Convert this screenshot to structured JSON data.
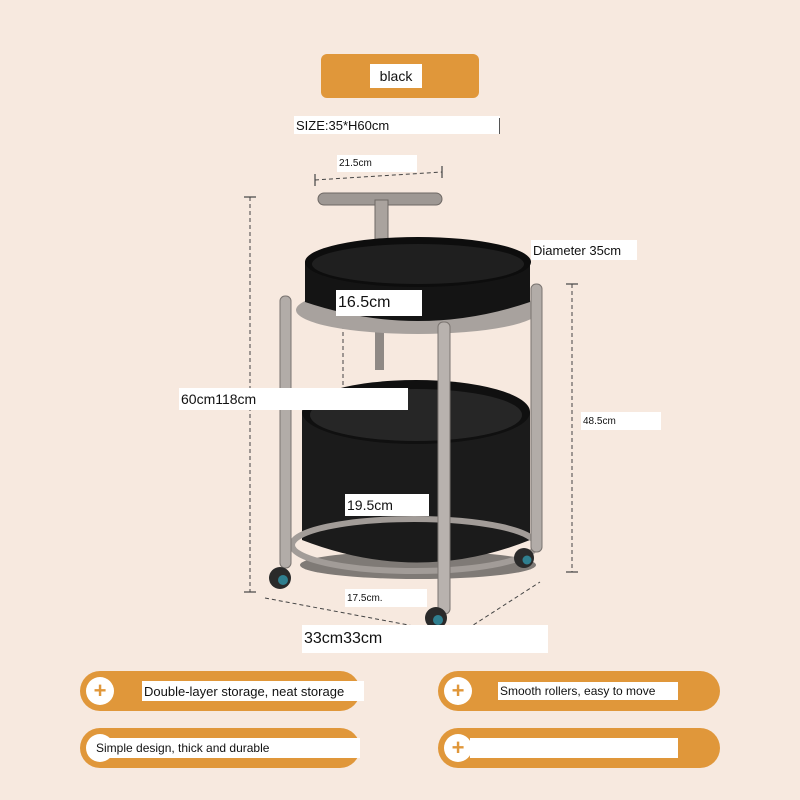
{
  "color": {
    "label": "black",
    "accent": "#e0973a",
    "background": "#f7e9df"
  },
  "size": {
    "label": "SIZE:35*H60cm"
  },
  "dimensions": {
    "handle_width": "21.5cm",
    "diameter": "Diameter 35cm",
    "top_height": "16.5cm",
    "overall_height": "60cm118cm",
    "frame_height": "48.5cm",
    "bottom_height": "19.5cm",
    "wheel_height": "17.5cm.",
    "base_width": "33cm33cm"
  },
  "features": [
    {
      "icon": "plus-icon",
      "label": "Double-layer storage, neat storage"
    },
    {
      "icon": "plus-icon",
      "label": "Smooth rollers, easy to move"
    },
    {
      "icon": "plus-icon",
      "label": "Simple design, thick and durable"
    },
    {
      "icon": "plus-icon",
      "label": ""
    }
  ]
}
